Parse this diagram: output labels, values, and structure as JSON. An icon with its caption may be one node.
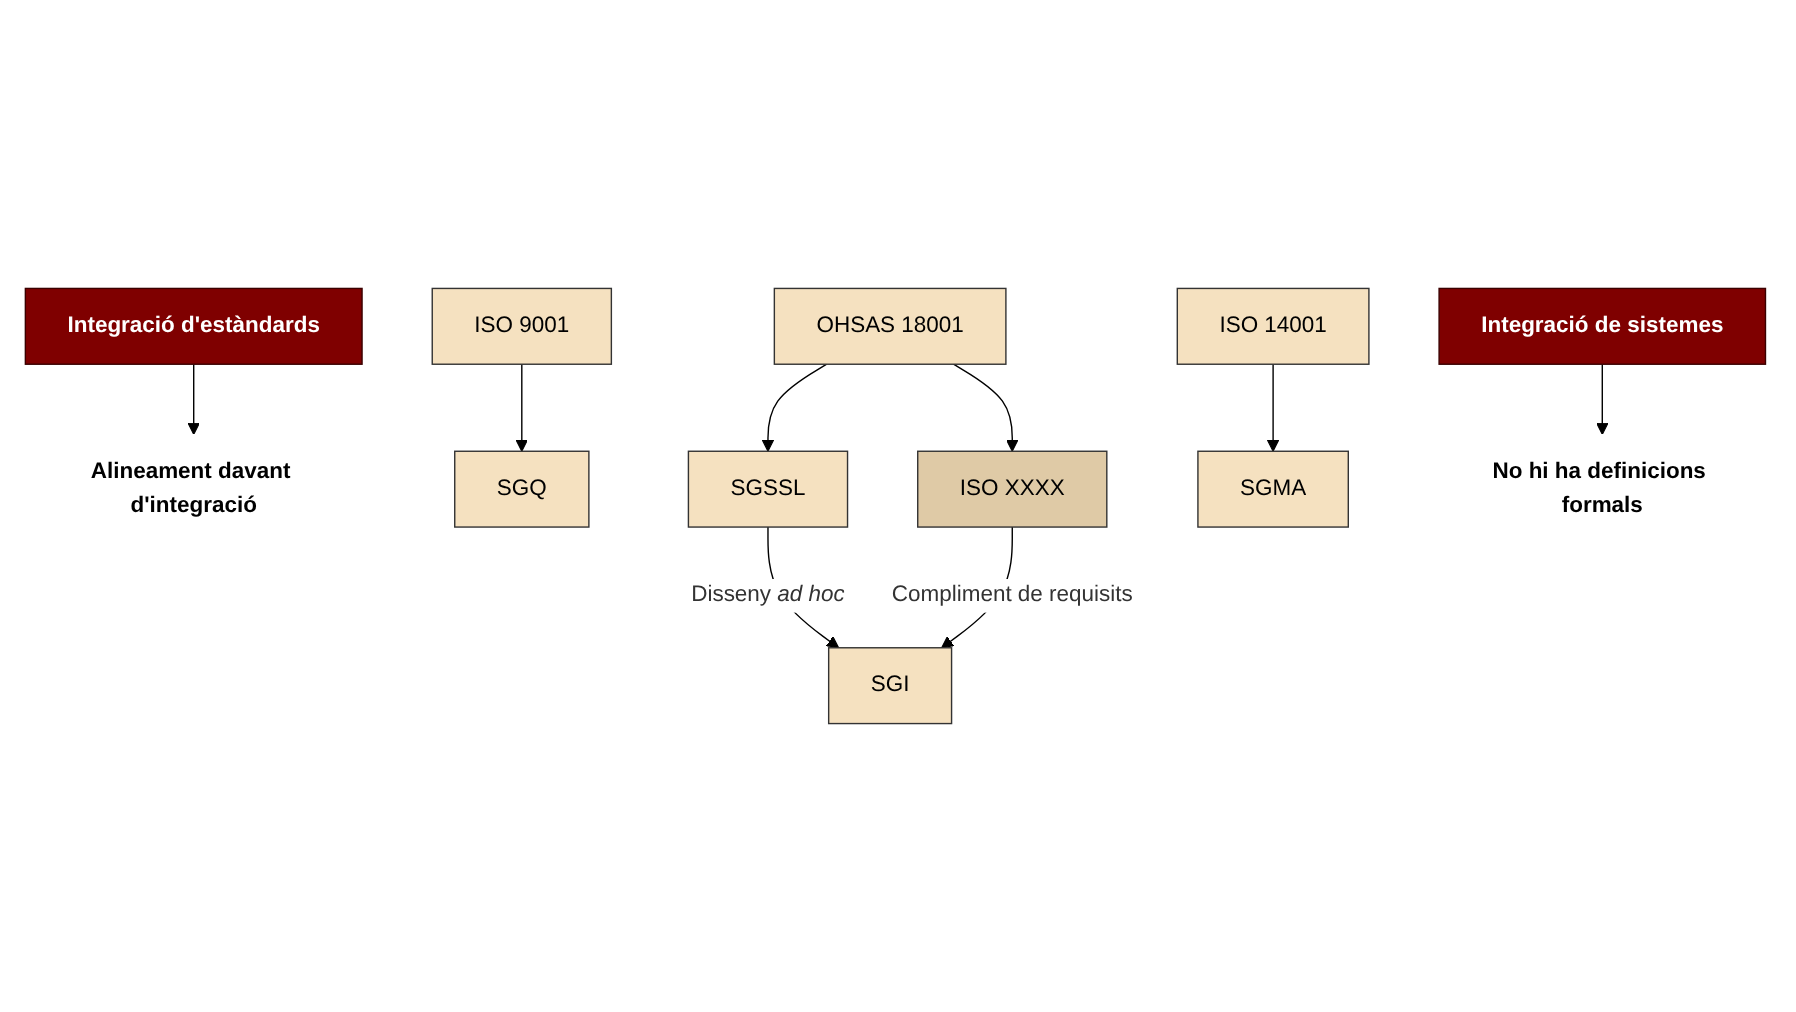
{
  "diagram": {
    "nodes": [
      {
        "text": [
          "Integració d'estàndards"
        ]
      },
      {
        "text": [
          "Alineament davant d'integració"
        ]
      },
      {
        "text": [
          "ISO 9001"
        ]
      },
      {
        "text": [
          "ISO 14001"
        ]
      },
      {
        "text": [
          "OHSAS 18001"
        ]
      },
      {
        "text": [
          "ISO XXXX"
        ]
      },
      {
        "text": [
          "SGI"
        ]
      },
      {
        "text": [
          "SGQ"
        ]
      },
      {
        "text": [
          "SGMA"
        ]
      },
      {
        "text": [
          "SGSSL"
        ]
      },
      {
        "text": [
          "Integració de sistemes"
        ]
      },
      {
        "text": [
          "No hi ha definicions formals"
        ]
      }
    ],
    "edges": [
      {
        "from": 0,
        "to": 1,
        "arrow": "to"
      },
      {
        "from": 2,
        "to": 7,
        "arrow": "to"
      },
      {
        "from": 3,
        "to": 8,
        "arrow": "to"
      },
      {
        "from": 4,
        "to": 9,
        "arrow": "to"
      },
      {
        "from": 4,
        "to": 5,
        "arrow": "to"
      },
      {
        "from": 5,
        "to": 6,
        "arrow": "to",
        "label": "Compliment de requisits"
      },
      {
        "from": 9,
        "to": 6,
        "arrow": "to",
        "label": "Disseny *ad hoc*"
      },
      {
        "from": 10,
        "to": 11,
        "arrow": "to"
      }
    ]
  }
}
